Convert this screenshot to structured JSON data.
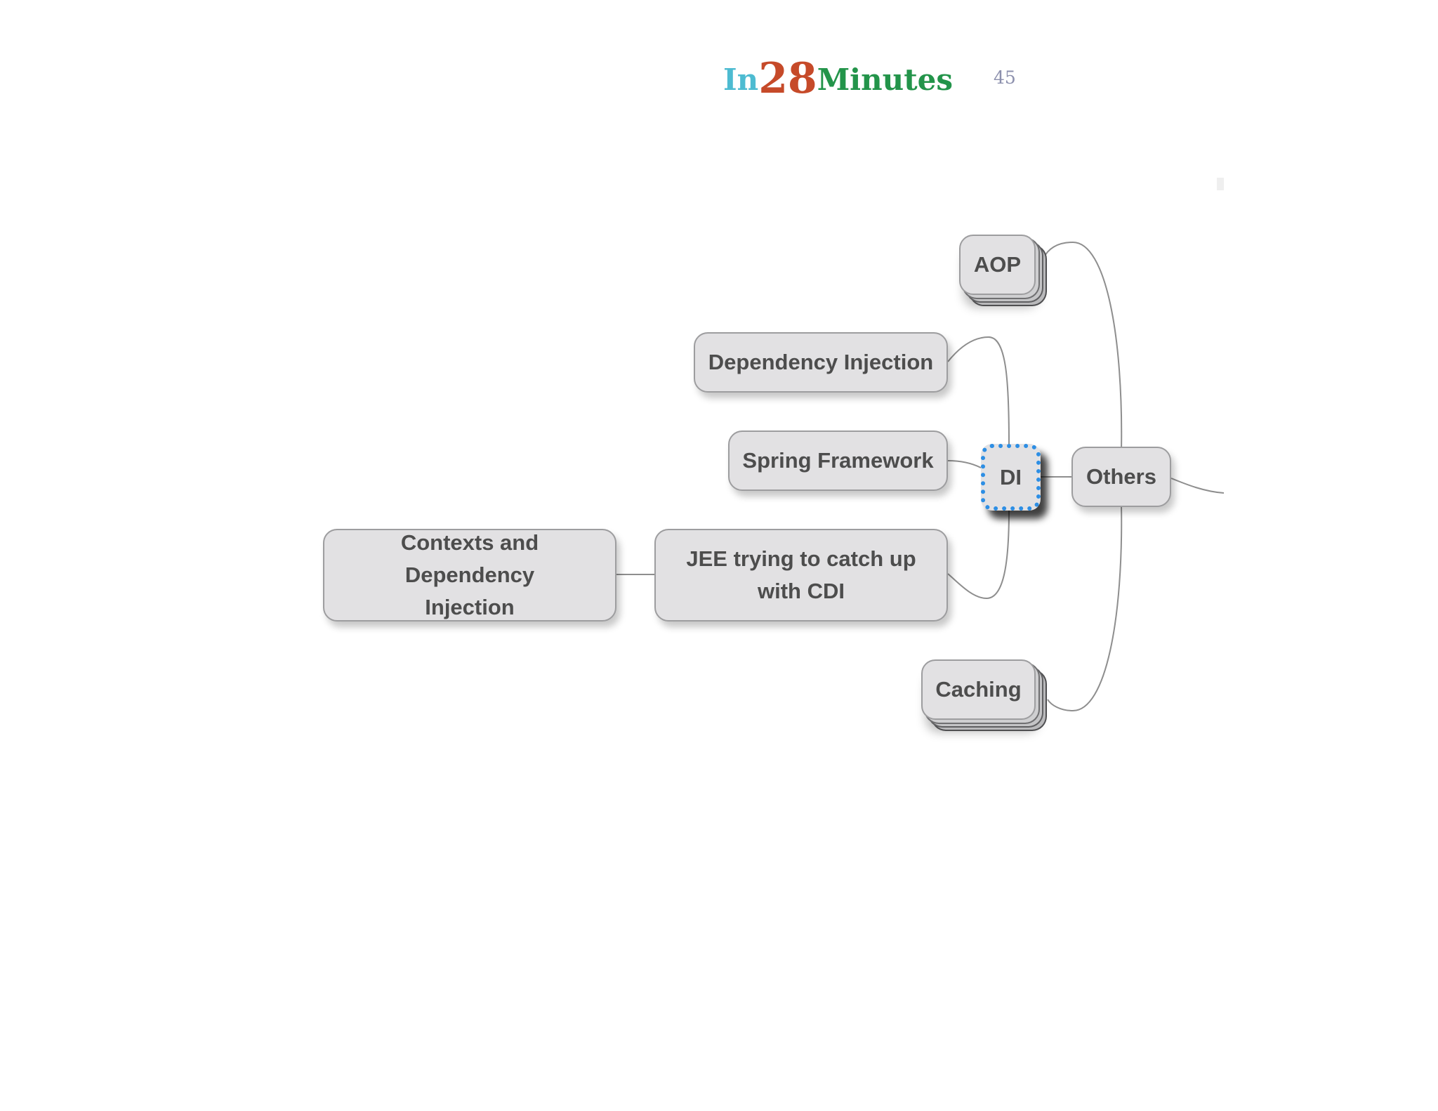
{
  "header": {
    "logo": {
      "part1": "In",
      "part2": "28",
      "part3": "Minutes"
    },
    "page_number": "45"
  },
  "colors": {
    "logo_in": "#4dbbd1",
    "logo_28": "#c64a29",
    "logo_minutes": "#23944a",
    "node_fill": "#e2e1e3",
    "node_border": "#9d9d9f",
    "selected_border": "#2d8ee4",
    "connector": "#8e8e8e"
  },
  "mindmap": {
    "nodes": {
      "aop": "AOP",
      "dependency_injection": "Dependency Injection",
      "spring_framework": "Spring Framework",
      "di": "DI",
      "others": "Others",
      "jee_cdi": "JEE trying to catch up with CDI",
      "cdi": "Contexts and Dependency Injection",
      "caching": "Caching"
    },
    "selected_node": "DI"
  }
}
